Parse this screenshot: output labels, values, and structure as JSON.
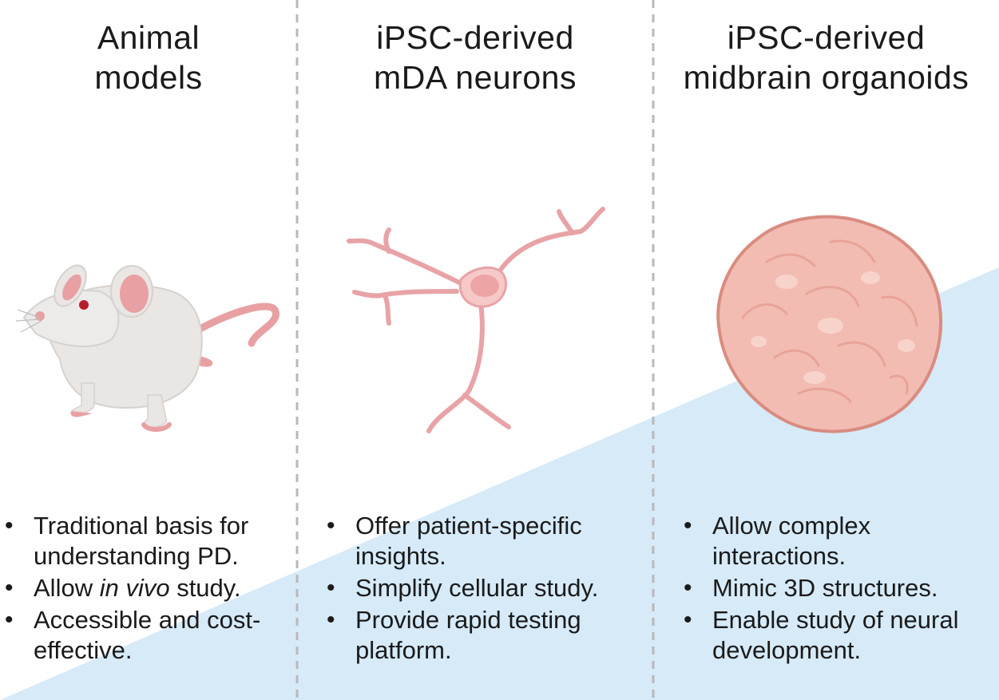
{
  "columns": [
    {
      "title_lines": [
        "Animal",
        "models"
      ],
      "illustration": "mouse-illustration",
      "bullets": [
        {
          "parts": [
            {
              "text": "Traditional basis for understanding PD."
            }
          ]
        },
        {
          "parts": [
            {
              "text": "Allow "
            },
            {
              "text": "in vivo",
              "italic": true
            },
            {
              "text": " study."
            }
          ]
        },
        {
          "parts": [
            {
              "text": "Accessible and cost-effective."
            }
          ]
        }
      ]
    },
    {
      "title_lines": [
        "iPSC-derived",
        "mDA neurons"
      ],
      "illustration": "neuron-illustration",
      "bullets": [
        {
          "parts": [
            {
              "text": "Offer patient-specific insights."
            }
          ]
        },
        {
          "parts": [
            {
              "text": "Simplify cellular study."
            }
          ]
        },
        {
          "parts": [
            {
              "text": "Provide rapid testing platform."
            }
          ]
        }
      ]
    },
    {
      "title_lines": [
        "iPSC-derived",
        "midbrain organoids"
      ],
      "illustration": "organoid-illustration",
      "bullets": [
        {
          "parts": [
            {
              "text": "Allow complex interactions."
            }
          ]
        },
        {
          "parts": [
            {
              "text": "Mimic 3D structures."
            }
          ]
        },
        {
          "parts": [
            {
              "text": "Enable study of neural development."
            }
          ]
        }
      ]
    }
  ],
  "colors": {
    "background_wedge": "#d6eaf8",
    "divider": "#b8b8b8",
    "neuron_stroke": "#e8a3a6",
    "organoid_fill": "#f2bcb2",
    "mouse_body": "#e9e6e4",
    "mouse_pink": "#e8a0a2"
  }
}
